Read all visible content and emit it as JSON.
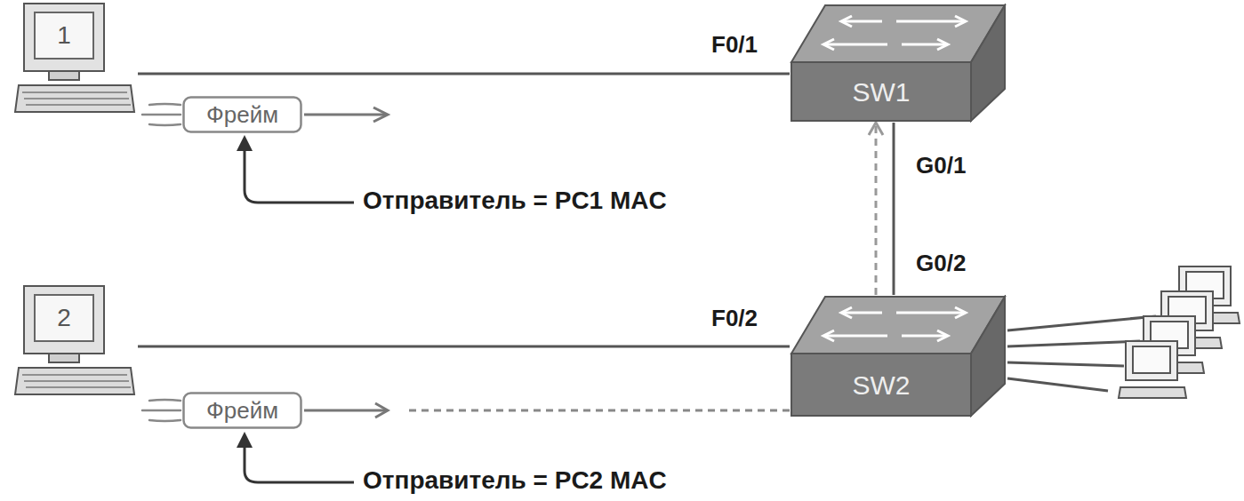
{
  "diagram": {
    "nodes": [
      {
        "text": [
          "1"
        ]
      },
      {
        "text": [
          "SW1"
        ]
      },
      {
        "text": [
          "Фрейм"
        ]
      },
      {
        "text": [
          "2"
        ]
      },
      {
        "text": [
          "SW2"
        ]
      },
      {
        "text": [
          "Фрейм"
        ]
      }
    ],
    "edges": [
      {
        "from": 0,
        "to": 1,
        "arrow": "none",
        "label": "F0/1"
      },
      {
        "from": 1,
        "to": 4,
        "arrow": "none"
      },
      {
        "from": 4,
        "to": 1,
        "arrow": "to"
      },
      {
        "from": 3,
        "to": 4,
        "arrow": "none",
        "label": "F0/2"
      },
      {
        "from": 5,
        "to": 4,
        "arrow": "none"
      }
    ],
    "labels": [
      "Отправитель = PC1 MAC",
      "G0/1",
      "G0/2",
      "Отправитель = PC2 MAC"
    ]
  }
}
